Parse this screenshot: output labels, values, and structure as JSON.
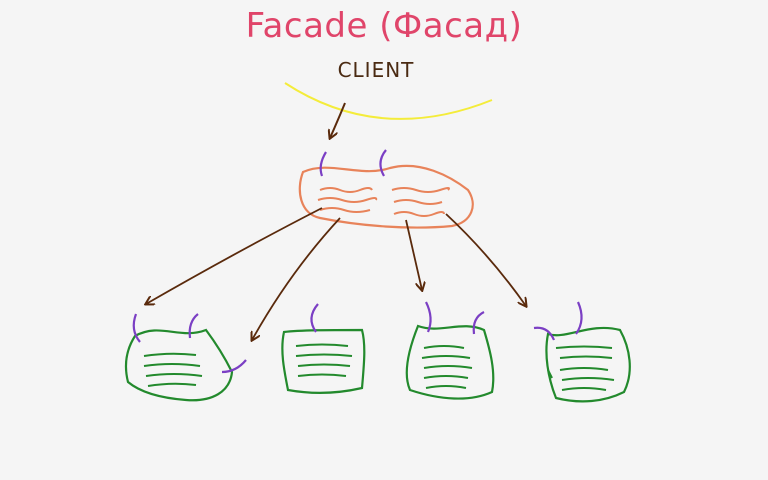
{
  "title": "Facade (Фасад)",
  "client_label": "CLIENT",
  "colors": {
    "background": "#f5f5f5",
    "title": "#e0456a",
    "client_text": "#4a2a12",
    "client_arc": "#f4ec3a",
    "arrow": "#5a2a0c",
    "facade": "#e8835a",
    "subsystem": "#238a2d",
    "connector": "#7b3fc4"
  },
  "nodes": {
    "facade": {
      "role": "facade"
    },
    "subsystems": [
      {
        "id": "subsystem-1"
      },
      {
        "id": "subsystem-2"
      },
      {
        "id": "subsystem-3"
      },
      {
        "id": "subsystem-4"
      }
    ]
  }
}
